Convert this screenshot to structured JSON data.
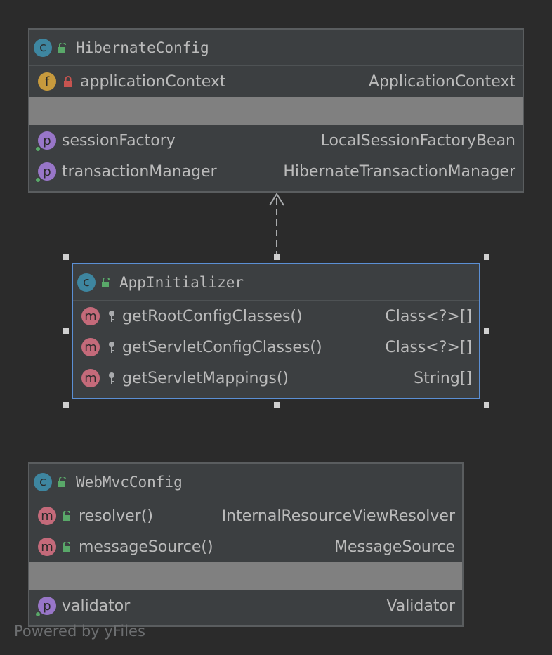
{
  "hibernate": {
    "title": "HibernateConfig",
    "field": {
      "name": "applicationContext",
      "type": "ApplicationContext"
    },
    "props": [
      {
        "name": "sessionFactory",
        "type": "LocalSessionFactoryBean"
      },
      {
        "name": "transactionManager",
        "type": "HibernateTransactionManager"
      }
    ]
  },
  "app": {
    "title": "AppInitializer",
    "methods": [
      {
        "name": "getRootConfigClasses()",
        "type": "Class<?>[]"
      },
      {
        "name": "getServletConfigClasses()",
        "type": "Class<?>[]"
      },
      {
        "name": "getServletMappings()",
        "type": "String[]"
      }
    ]
  },
  "webmvc": {
    "title": "WebMvcConfig",
    "methods": [
      {
        "name": "resolver()",
        "type": "InternalResourceViewResolver"
      },
      {
        "name": "messageSource()",
        "type": "MessageSource"
      }
    ],
    "prop": {
      "name": "validator",
      "type": "Validator"
    }
  },
  "badges": {
    "class": "c",
    "field": "f",
    "property": "p",
    "method": "m"
  },
  "watermark": "Powered by yFiles",
  "colors": {
    "background": "#2b2b2b",
    "node": "#3c3f41",
    "selection": "#5b8fd4",
    "separator": "#808080"
  }
}
